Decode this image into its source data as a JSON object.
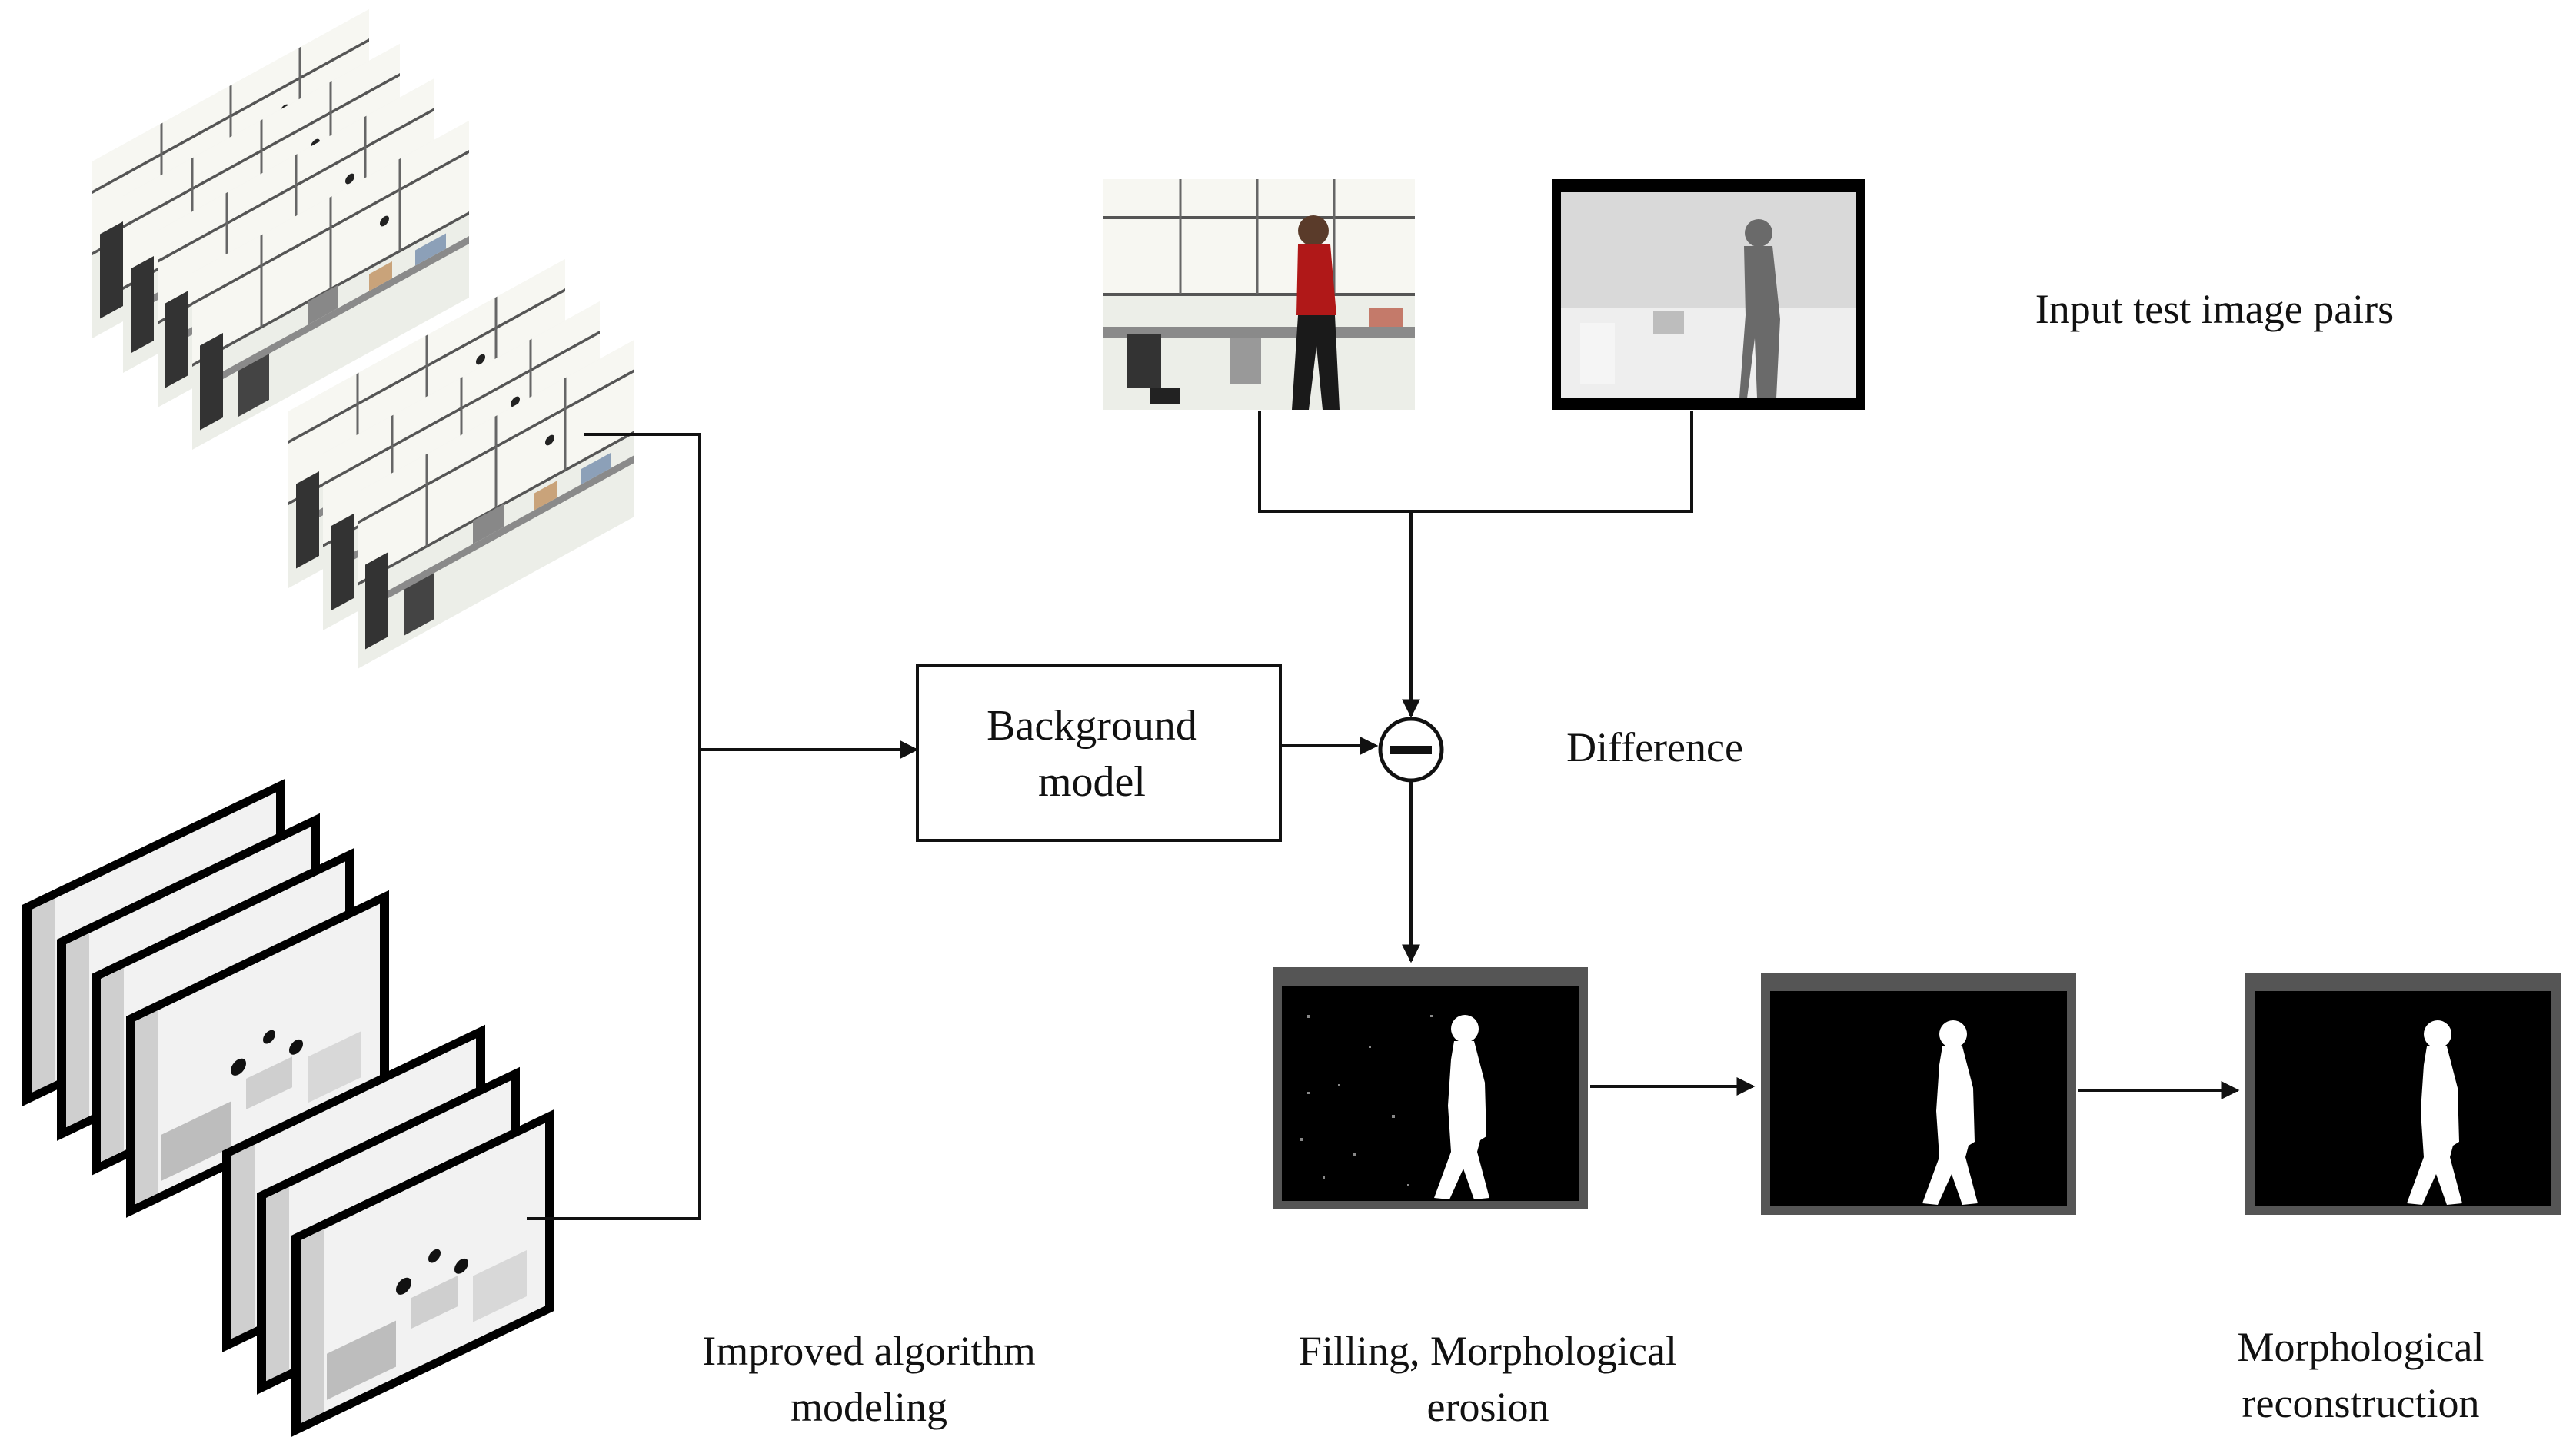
{
  "labels": {
    "input_pairs": "Input test image pairs",
    "difference": "Difference",
    "background_model": [
      "Background",
      "model"
    ],
    "improved_modeling": [
      "Improved algorithm",
      "modeling"
    ],
    "filling_erosion": [
      "Filling, Morphological",
      "erosion"
    ],
    "morph_reconstruction": [
      "Morphological",
      "reconstruction"
    ]
  },
  "colors": {
    "line": "#111111",
    "frame_border": "#000000",
    "mask_bg": "#000000",
    "mask_frame": "#555555",
    "silhouette": "#ffffff",
    "rgb_shirt": "#b01818",
    "depth_bg": "#d9d9d9"
  },
  "icons": {
    "difference_operator": "minus-circle-icon"
  }
}
